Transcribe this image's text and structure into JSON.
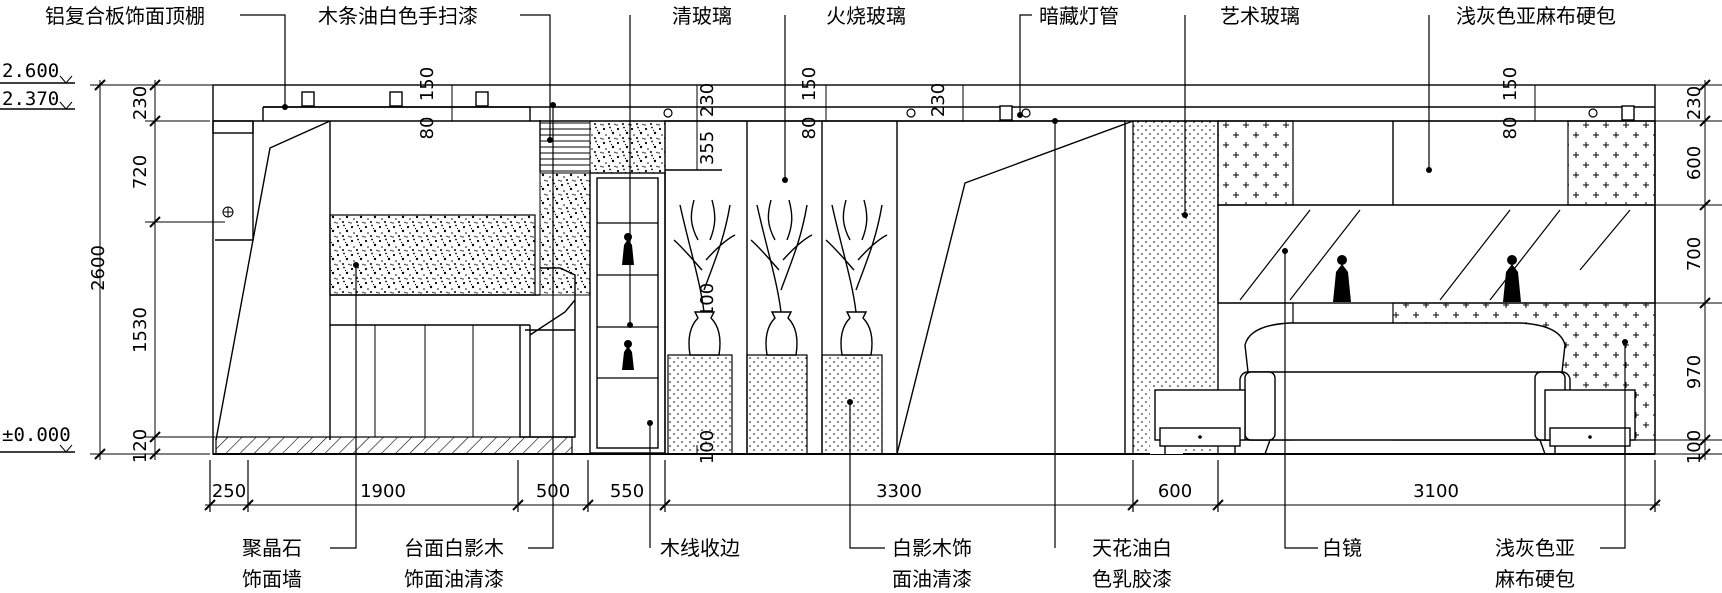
{
  "levels": {
    "top": "2.600",
    "ceiling": "2.370",
    "floor": "±0.000"
  },
  "top_labels": [
    "铝复合板饰面顶棚",
    "木条油白色手扫漆",
    "清玻璃",
    "火烧玻璃",
    "暗藏灯管",
    "艺术玻璃",
    "浅灰色亚麻布硬包"
  ],
  "bottom_labels": [
    [
      "聚晶石",
      "饰面墙"
    ],
    [
      "台面白影木",
      "饰面油清漆"
    ],
    [
      "木线收边"
    ],
    [
      "白影木饰",
      "面油清漆"
    ],
    [
      "天花油白",
      "色乳胶漆"
    ],
    [
      "白镜"
    ],
    [
      "浅灰色亚",
      "麻布硬包"
    ]
  ],
  "dims_left": [
    "2600",
    "230",
    "720",
    "1530",
    "120"
  ],
  "dims_right": [
    "230",
    "600",
    "700",
    "970",
    "100"
  ],
  "dims_bottom": [
    "250",
    "1900",
    "500",
    "550",
    "3300",
    "600",
    "3100"
  ],
  "dims_inner": [
    "150",
    "80",
    "230",
    "355",
    "150",
    "80",
    "230",
    "150",
    "80",
    "100",
    "100"
  ]
}
